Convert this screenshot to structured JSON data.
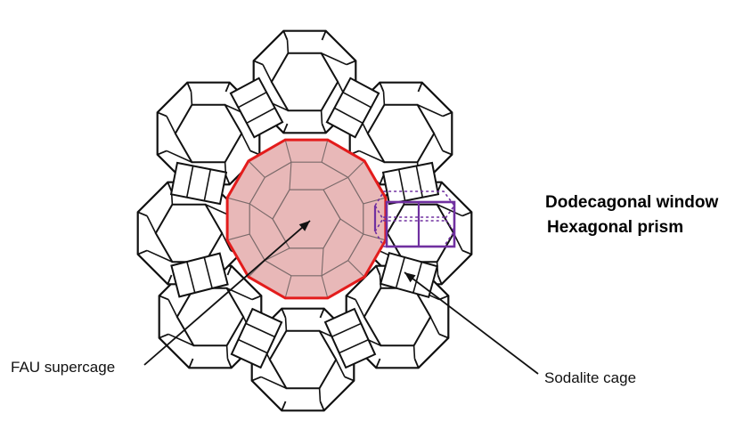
{
  "legend": {
    "window_label": "Dodecagonal window",
    "window_color": "#e31c1c",
    "prism_label": "Hexagonal prism",
    "prism_color": "#7030a0"
  },
  "labels": {
    "supercage": "FAU supercage",
    "sodalite": "Sodalite cage"
  },
  "colors": {
    "line": "#111111",
    "supercage_fill": "#e8b8b8"
  }
}
